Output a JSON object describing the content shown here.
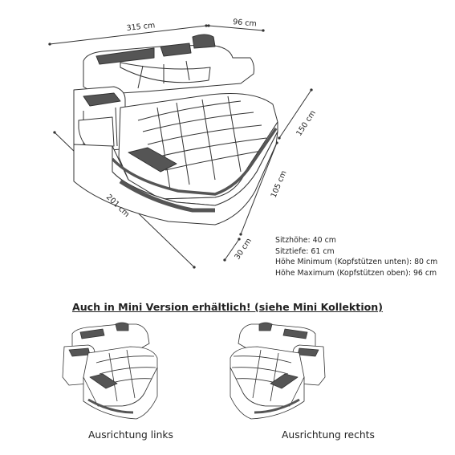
{
  "dimensions": {
    "width_top": "315 cm",
    "depth_top": "96 cm",
    "right_side_long": "150 cm",
    "right_side_mid": "105 cm",
    "right_side_short": "30 cm",
    "left_side": "201 cm"
  },
  "specs": {
    "seat_height": "Sitzhöhe: 40 cm",
    "seat_depth": "Sitztiefe: 61 cm",
    "height_min": "Höhe Minimum (Kopfstützen unten): 80 cm",
    "height_max": "Höhe Maximum (Kopfstützen oben): 96 cm"
  },
  "mini_notice": "Auch in Mini Version erhältlich! (siehe Mini Kollektion)",
  "variants": {
    "left_caption": "Ausrichtung links",
    "right_caption": "Ausrichtung rechts"
  },
  "colors": {
    "line": "#333333",
    "accent_dark": "#555555"
  }
}
